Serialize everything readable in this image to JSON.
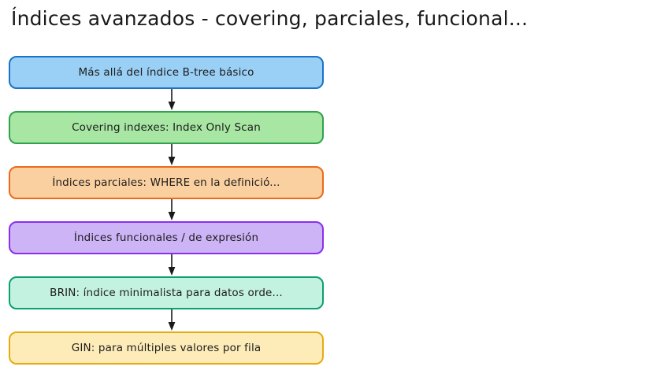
{
  "page": {
    "title": "Índices avanzados - covering, parciales, funcional...",
    "background_color": "#ffffff",
    "text_color": "#1d1d1d"
  },
  "diagram": {
    "type": "flowchart",
    "direction": "top-to-bottom",
    "arrow_color": "#1a1a1a",
    "nodes": [
      {
        "id": "node-0",
        "label": "Más allá del índice B-tree básico",
        "fill": "#9ad0f5",
        "border": "#1a73c4"
      },
      {
        "id": "node-1",
        "label": "Covering indexes: Index Only Scan",
        "fill": "#a8e6a3",
        "border": "#31a24c"
      },
      {
        "id": "node-2",
        "label": "Índices parciales: WHERE en la definició...",
        "fill": "#fbd0a0",
        "border": "#ec6a1a"
      },
      {
        "id": "node-3",
        "label": "Índices funcionales / de expresión",
        "fill": "#cdb4f6",
        "border": "#8b2ef0"
      },
      {
        "id": "node-4",
        "label": "BRIN: índice minimalista para datos orde...",
        "fill": "#c4f2e0",
        "border": "#0e9f6e"
      },
      {
        "id": "node-5",
        "label": "GIN: para múltiples valores por fila",
        "fill": "#fdecb8",
        "border": "#e3ac12"
      }
    ],
    "connectors": [
      {
        "id": "arrow-0-1",
        "from": "node-0",
        "to": "node-1",
        "icon": "arrow-down-icon"
      },
      {
        "id": "arrow-1-2",
        "from": "node-1",
        "to": "node-2",
        "icon": "arrow-down-icon"
      },
      {
        "id": "arrow-2-3",
        "from": "node-2",
        "to": "node-3",
        "icon": "arrow-down-icon"
      },
      {
        "id": "arrow-3-4",
        "from": "node-3",
        "to": "node-4",
        "icon": "arrow-down-icon"
      },
      {
        "id": "arrow-4-5",
        "from": "node-4",
        "to": "node-5",
        "icon": "arrow-down-icon"
      }
    ]
  }
}
